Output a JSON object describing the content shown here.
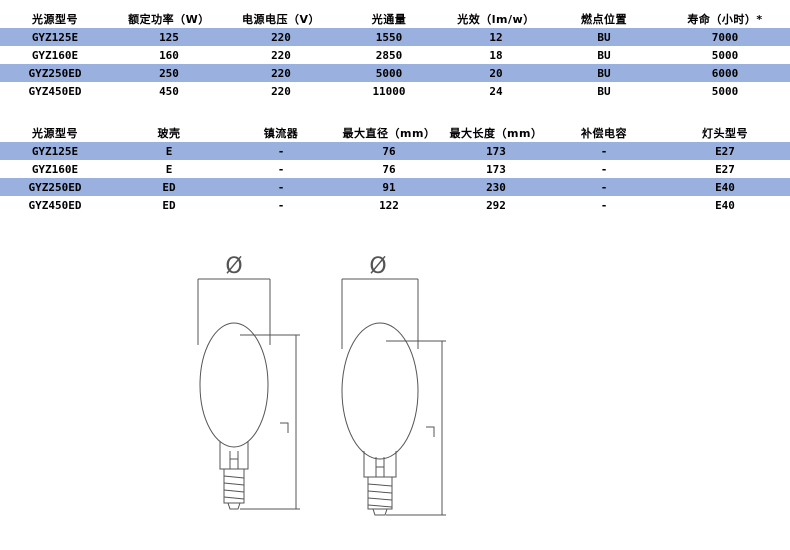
{
  "table1": {
    "headers": [
      "光源型号",
      "额定功率（W）",
      "电源电压（V）",
      "光通量",
      "光效（lm/w）",
      "燃点位置",
      "寿命（小时）*"
    ],
    "rows": [
      [
        "GYZ125E",
        "125",
        "220",
        "1550",
        "12",
        "BU",
        "7000"
      ],
      [
        "GYZ160E",
        "160",
        "220",
        "2850",
        "18",
        "BU",
        "5000"
      ],
      [
        "GYZ250ED",
        "250",
        "220",
        "5000",
        "20",
        "BU",
        "6000"
      ],
      [
        "GYZ450ED",
        "450",
        "220",
        "11000",
        "24",
        "BU",
        "5000"
      ]
    ]
  },
  "table2": {
    "headers": [
      "光源型号",
      "玻壳",
      "镇流器",
      "最大直径（mm）",
      "最大长度（mm）",
      "补偿电容",
      "灯头型号"
    ],
    "rows": [
      [
        "GYZ125E",
        "E",
        "-",
        "76",
        "173",
        "-",
        "E27"
      ],
      [
        "GYZ160E",
        "E",
        "-",
        "76",
        "173",
        "-",
        "E27"
      ],
      [
        "GYZ250ED",
        "ED",
        "-",
        "91",
        "230",
        "-",
        "E40"
      ],
      [
        "GYZ450ED",
        "ED",
        "-",
        "122",
        "292",
        "-",
        "E40"
      ]
    ]
  },
  "figure": {
    "diameter_symbol": "Ø",
    "length_symbol": "L",
    "colors": {
      "stroke": "#555555",
      "band": "#9ab0de"
    }
  }
}
